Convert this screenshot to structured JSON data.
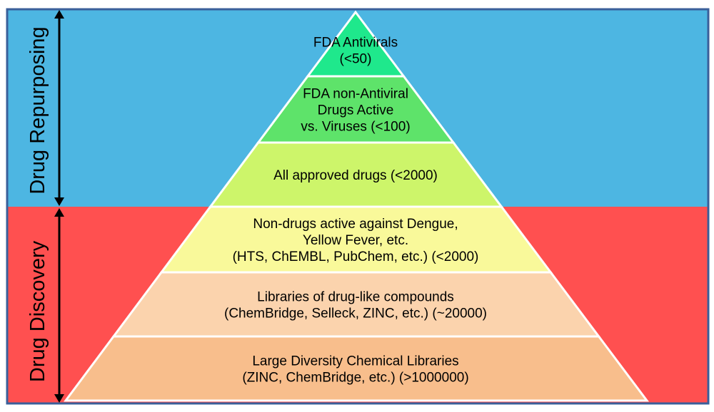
{
  "colors": {
    "repurposing_band": "#4db6e2",
    "discovery_band": "#ff5050",
    "border": "#3a5f9a",
    "tier_stroke": "#ffffff",
    "arrow": "#000000"
  },
  "sections": {
    "repurposing_label": "Drug Repurposing",
    "discovery_label": "Drug Discovery"
  },
  "tiers": [
    {
      "lines": [
        "FDA Antivirals",
        "(<50)"
      ],
      "color": "#1fe88c"
    },
    {
      "lines": [
        "FDA non-Antiviral",
        "Drugs Active",
        "vs. Viruses (<100)"
      ],
      "color": "#5ee36a"
    },
    {
      "lines": [
        "All approved drugs (<2000)"
      ],
      "color": "#cdf56a"
    },
    {
      "lines": [
        "Non-drugs active against Dengue,",
        "Yellow Fever, etc.",
        "(HTS, ChEMBL, PubChem, etc.) (<2000)"
      ],
      "color": "#f9f99a"
    },
    {
      "lines": [
        "Libraries of drug-like compounds",
        "(ChemBridge, Selleck, ZINC,  etc.) (~20000)"
      ],
      "color": "#fbd3ad"
    },
    {
      "lines": [
        "Large Diversity Chemical Libraries",
        "(ZINC, ChemBridge, etc.) (>1000000)"
      ],
      "color": "#f8be8c"
    }
  ]
}
